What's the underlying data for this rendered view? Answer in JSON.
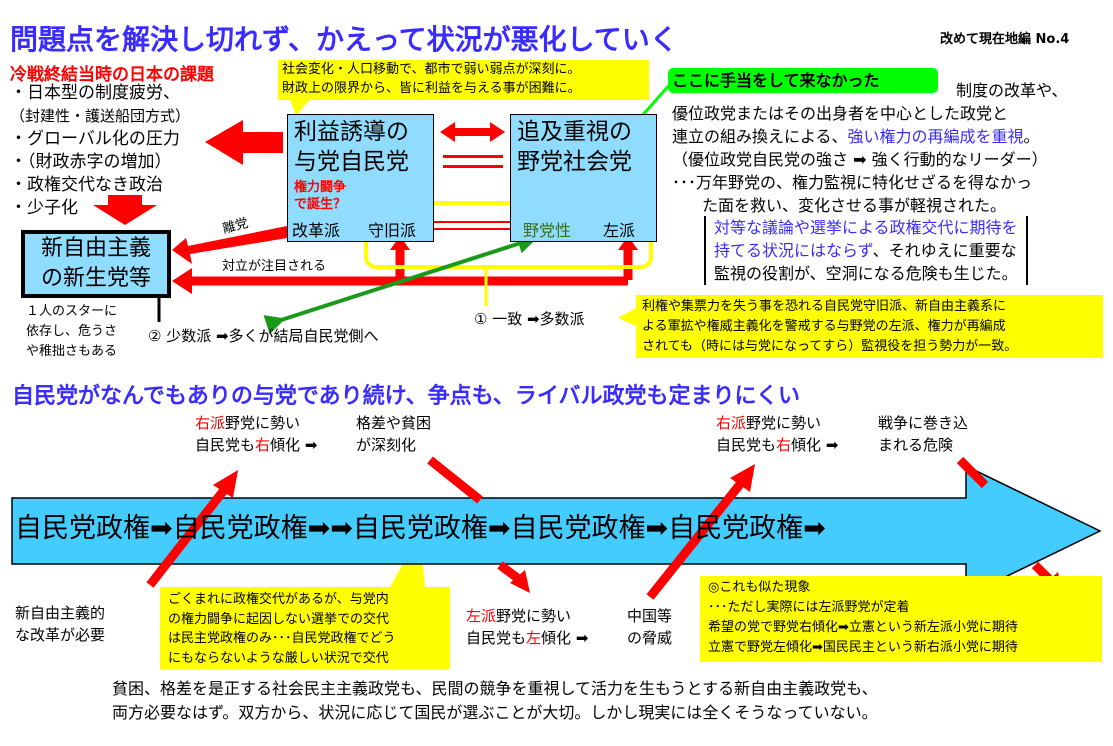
{
  "title": "問題点を解決し切れず、かえって状況が悪化していく",
  "subtitle": "改めて現在地編 No.4",
  "issues": {
    "heading": "冷戦終結当時の日本の課題",
    "items": [
      "・日本型の制度疲労、",
      "（封建性・護送船団方式）",
      "・グローバル化の圧力",
      "・（財政赤字の増加）",
      "・政権交代なき政治",
      "・少子化"
    ]
  },
  "callout_top": [
    "社会変化・人口移動で、都市で弱い弱点が深刻に。",
    "財政上の限界から、皆に利益を与える事が困難に。"
  ],
  "ldp_box": {
    "title": [
      "利益誘導の",
      "与党自民党"
    ],
    "note": [
      "権力闘争",
      "で誕生？"
    ],
    "reform": "改革派",
    "old": "守旧派"
  },
  "jsp_box": {
    "title": [
      "追及重視の",
      "野党社会党"
    ],
    "opp": "野党性",
    "left": "左派"
  },
  "green_label": "ここに手当をして来なかった",
  "right_text": {
    "l1": "制度の改革や、",
    "l2": "優位政党またはその出身者を中心とした政党と",
    "l3a": "連立の組み換えによる、",
    "l3b": "強い権力の再編成を重視",
    "l3c": "。",
    "l4": "（優位政党自民党の強さ ➡ 強く行動的なリーダー）",
    "l5": "･･･万年野党の、権力監視に特化せざるを得なかっ",
    "l6": "た面を救い、変化させる事が軽視された。",
    "b1": "対等な議論や選挙による政権交代に期待を",
    "b2a": "持てる状況にはならず",
    "b2b": "、それゆえに重要な",
    "b3": "監視の役割が、空洞になる危険も生じた。"
  },
  "neolib_box": {
    "title": [
      "新自由主義",
      "の新生党等"
    ],
    "note": [
      "１人のスターに",
      "依存し、危うさ",
      "や稚拙さもある"
    ]
  },
  "arrow_labels": {
    "leave": "離党",
    "conflict": "対立が注目される",
    "minority": "② 少数派 ➡多くが結局自民党側へ",
    "majority": "① 一致 ➡多数派"
  },
  "callout_right": [
    "利権や集票力を失う事を恐れる自民党守旧派、新自由主義系に",
    "よる軍拡や権威主義化を警戒する与野党の左派、権力が再編成",
    "されても（時には与党になってすら）監視役を担う勢力が一致。"
  ],
  "heading2": "自民党がなんでもありの与党であり続け、争点も、ライバル政党も定まりにくい",
  "timeline": {
    "segments": [
      "自民党政権➡",
      "自民党政権➡",
      "➡自民党政権➡",
      "自民党政権➡",
      "自民党政権➡"
    ],
    "n1": [
      "新自由主義的",
      "な改革が必要"
    ],
    "r1": {
      "a1": "右派",
      "a2": "野党に勢い",
      "b1": "自民党も",
      "b2": "右",
      "b3": "傾化",
      "res": [
        "格差や貧困",
        "が深刻化"
      ]
    },
    "r2": {
      "a1": "右派",
      "a2": "野党に勢い",
      "b1": "自民党も",
      "b2": "右",
      "b3": "傾化",
      "res": [
        "戦争に巻き込",
        "まれる危険"
      ]
    },
    "l1": {
      "a1": "左派",
      "a2": "野党に勢い",
      "b1": "自民党も",
      "b2": "左",
      "b3": "傾化",
      "res": [
        "中国等",
        "の脅威"
      ]
    },
    "arrow": "➡",
    "callout_mid": [
      "ごくまれに政権交代があるが、与党内",
      "の権力闘争に起因しない選挙での交代",
      "は民主党政権のみ･･･自民党政権でどう",
      "にもならないような厳しい状況で交代"
    ],
    "callout_br": [
      "◎これも似た現象",
      "･･･ただし実際には左派野党が定着",
      "希望の党で野党右傾化➡立憲という新左派小党に期待",
      "立憲で野党左傾化➡国民民主という新右派小党に期待"
    ]
  },
  "footer": [
    "貧困、格差を是正する社会民主主義政党も、民間の競争を重視して活力を生もうとする新自由主義政党も、",
    "両方必要なはず。双方から、状況に応じて国民が選ぶことが大切。しかし現実には全くそうなっていない。"
  ],
  "colors": {
    "red": "#ff0000",
    "blue": "#3a2cff",
    "lightblue": "#8fdcff",
    "arrowblue": "#44ccff",
    "yellow": "#ffff00",
    "green": "#00ff00"
  }
}
